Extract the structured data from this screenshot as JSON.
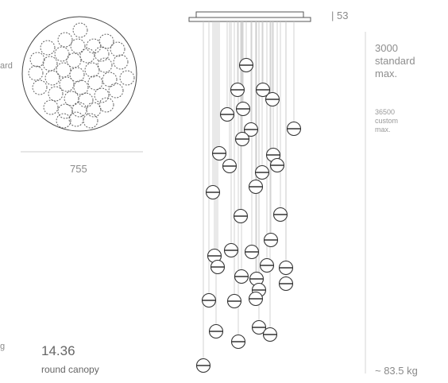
{
  "canopy_view": {
    "cutoff_label": "ard",
    "width_value": "755"
  },
  "elevation": {
    "canopy_height_marker": "| 53",
    "length_standard": {
      "value": "3000",
      "line2": "standard",
      "line3": "max."
    },
    "length_custom": {
      "value": "36500",
      "line2": "custom",
      "line3": "max."
    },
    "total_weight": "~ 83.5 kg"
  },
  "canopy_spec": {
    "cutoff_unit": "g",
    "weight": "14.36",
    "type": "round canopy"
  },
  "colors": {
    "line": "#555555",
    "cable": "#c8c8c8",
    "divider": "#cccccc",
    "text": "#888888"
  }
}
